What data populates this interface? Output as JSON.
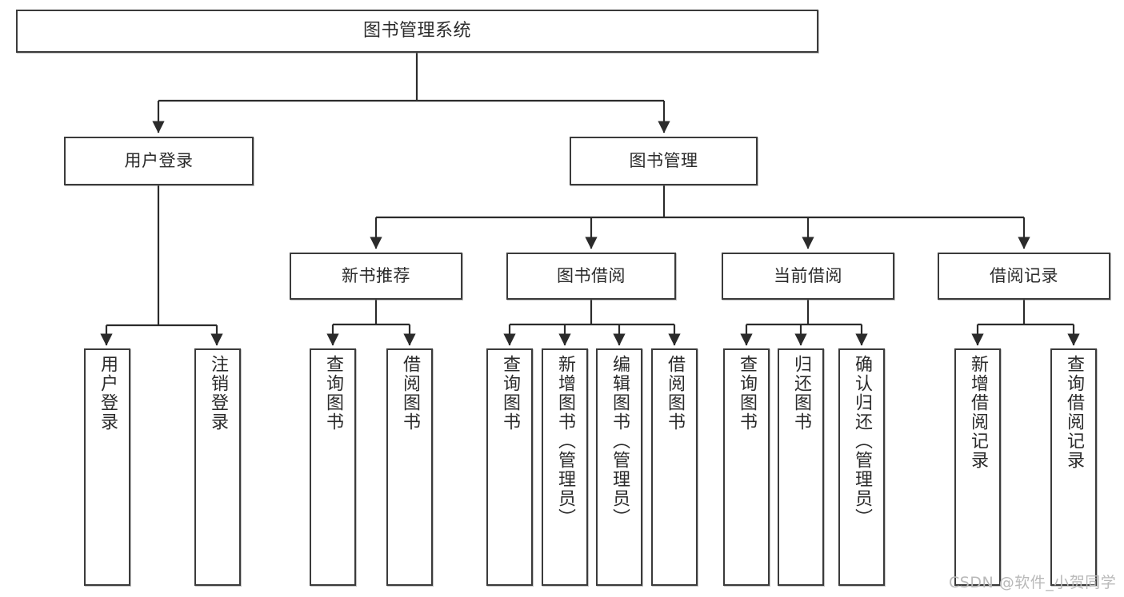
{
  "diagram": {
    "title": "图书管理系统",
    "type": "hierarchy-tree",
    "orientation": "top-down",
    "levels": 4,
    "colors": {
      "box_border": "#3b3b3b",
      "box_fill": "#ffffff",
      "connector": "#2b2b2b",
      "text": "#2b2b2b",
      "watermark": "#b9b9b9",
      "background": "#ffffff"
    },
    "root": {
      "id": "root",
      "label": "图书管理系统",
      "text_orientation": "horizontal"
    },
    "level2": [
      {
        "id": "user-login",
        "label": "用户登录",
        "text_orientation": "horizontal"
      },
      {
        "id": "book-management",
        "label": "图书管理",
        "text_orientation": "horizontal"
      }
    ],
    "level3": [
      {
        "id": "new-book-recommend",
        "label": "新书推荐",
        "parent": "book-management",
        "text_orientation": "horizontal"
      },
      {
        "id": "book-borrow",
        "label": "图书借阅",
        "parent": "book-management",
        "text_orientation": "horizontal"
      },
      {
        "id": "current-borrow",
        "label": "当前借阅",
        "parent": "book-management",
        "text_orientation": "horizontal"
      },
      {
        "id": "borrow-record",
        "label": "借阅记录",
        "parent": "book-management",
        "text_orientation": "horizontal"
      }
    ],
    "leaves": [
      {
        "id": "leaf-user-login",
        "label": "用户登录",
        "parent": "user-login",
        "text_orientation": "vertical"
      },
      {
        "id": "leaf-user-logout",
        "label": "注销登录",
        "parent": "user-login",
        "text_orientation": "vertical"
      },
      {
        "id": "leaf-query-book-1",
        "label": "查询图书",
        "parent": "new-book-recommend",
        "text_orientation": "vertical"
      },
      {
        "id": "leaf-borrow-book-1",
        "label": "借阅图书",
        "parent": "new-book-recommend",
        "text_orientation": "vertical"
      },
      {
        "id": "leaf-query-book-2",
        "label": "查询图书",
        "parent": "book-borrow",
        "text_orientation": "vertical"
      },
      {
        "id": "leaf-add-book",
        "label": "新增图书（管理员）",
        "parent": "book-borrow",
        "text_orientation": "vertical"
      },
      {
        "id": "leaf-edit-book",
        "label": "编辑图书（管理员）",
        "parent": "book-borrow",
        "text_orientation": "vertical"
      },
      {
        "id": "leaf-borrow-book-2",
        "label": "借阅图书",
        "parent": "book-borrow",
        "text_orientation": "vertical"
      },
      {
        "id": "leaf-query-book-3",
        "label": "查询图书",
        "parent": "current-borrow",
        "text_orientation": "vertical"
      },
      {
        "id": "leaf-return-book",
        "label": "归还图书",
        "parent": "current-borrow",
        "text_orientation": "vertical"
      },
      {
        "id": "leaf-confirm-return",
        "label": "确认归还（管理员）",
        "parent": "current-borrow",
        "text_orientation": "vertical"
      },
      {
        "id": "leaf-add-record",
        "label": "新增借阅记录",
        "parent": "borrow-record",
        "text_orientation": "vertical"
      },
      {
        "id": "leaf-query-record",
        "label": "查询借阅记录",
        "parent": "borrow-record",
        "text_orientation": "vertical"
      }
    ],
    "watermark": "CSDN @软件_小贺同学"
  }
}
